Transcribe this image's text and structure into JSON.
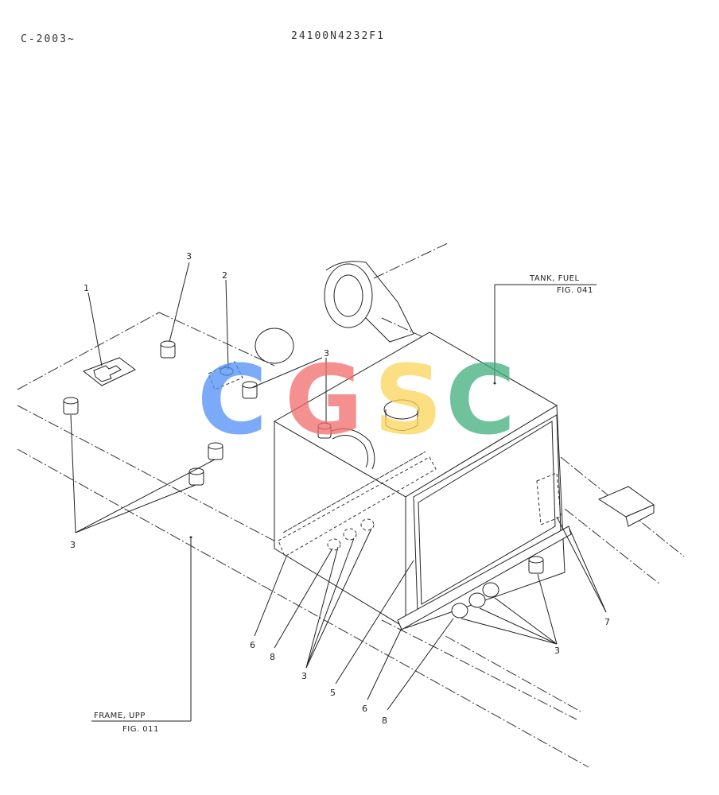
{
  "header": {
    "serial_range": "C-2003~",
    "part_number": "24100N4232F1"
  },
  "callouts": {
    "c1": "1",
    "c2": "2",
    "c3a": "3",
    "c3b": "3",
    "c3c": "3",
    "c3d": "3",
    "c3e": "3",
    "c5": "5",
    "c6a": "6",
    "c6b": "6",
    "c7": "7",
    "c8a": "8",
    "c8b": "8"
  },
  "references": {
    "tank_title": "TANK, FUEL",
    "tank_fig": "FIG. 041",
    "frame_title": "FRAME, UPP",
    "frame_fig": "FIG. 011"
  },
  "watermark": {
    "letters": [
      "C",
      "G",
      "S",
      "C"
    ],
    "colors": [
      "#4f8ef7",
      "#f26b6b",
      "#fcd55a",
      "#3fae7a"
    ]
  }
}
